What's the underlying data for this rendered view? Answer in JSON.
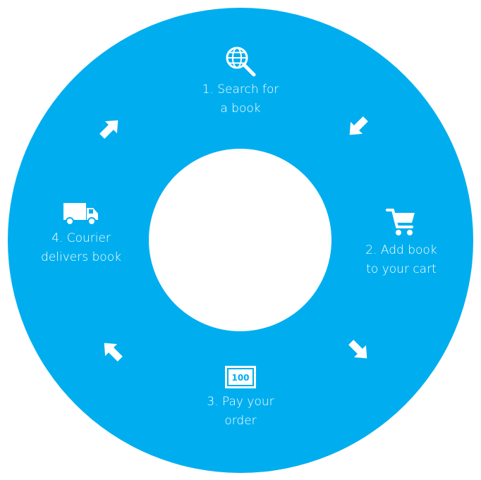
{
  "colors": {
    "ring": "#00aeef",
    "hole": "#ffffff",
    "foreground": "#ffffff"
  },
  "steps": [
    {
      "icon": "globe-search-icon",
      "line1": "1. Search for",
      "line2": "a book"
    },
    {
      "icon": "shopping-cart-icon",
      "line1": "2. Add book",
      "line2": "to your cart"
    },
    {
      "icon": "banknote-100-icon",
      "line1": "3. Pay your",
      "line2": "order",
      "note_text": "100"
    },
    {
      "icon": "delivery-truck-icon",
      "line1": "4. Courier",
      "line2": "delivers book"
    }
  ],
  "arrows": [
    {
      "icon": "arrow-down-right-icon"
    },
    {
      "icon": "arrow-down-left-icon"
    },
    {
      "icon": "arrow-up-left-icon"
    },
    {
      "icon": "arrow-up-right-icon"
    }
  ]
}
